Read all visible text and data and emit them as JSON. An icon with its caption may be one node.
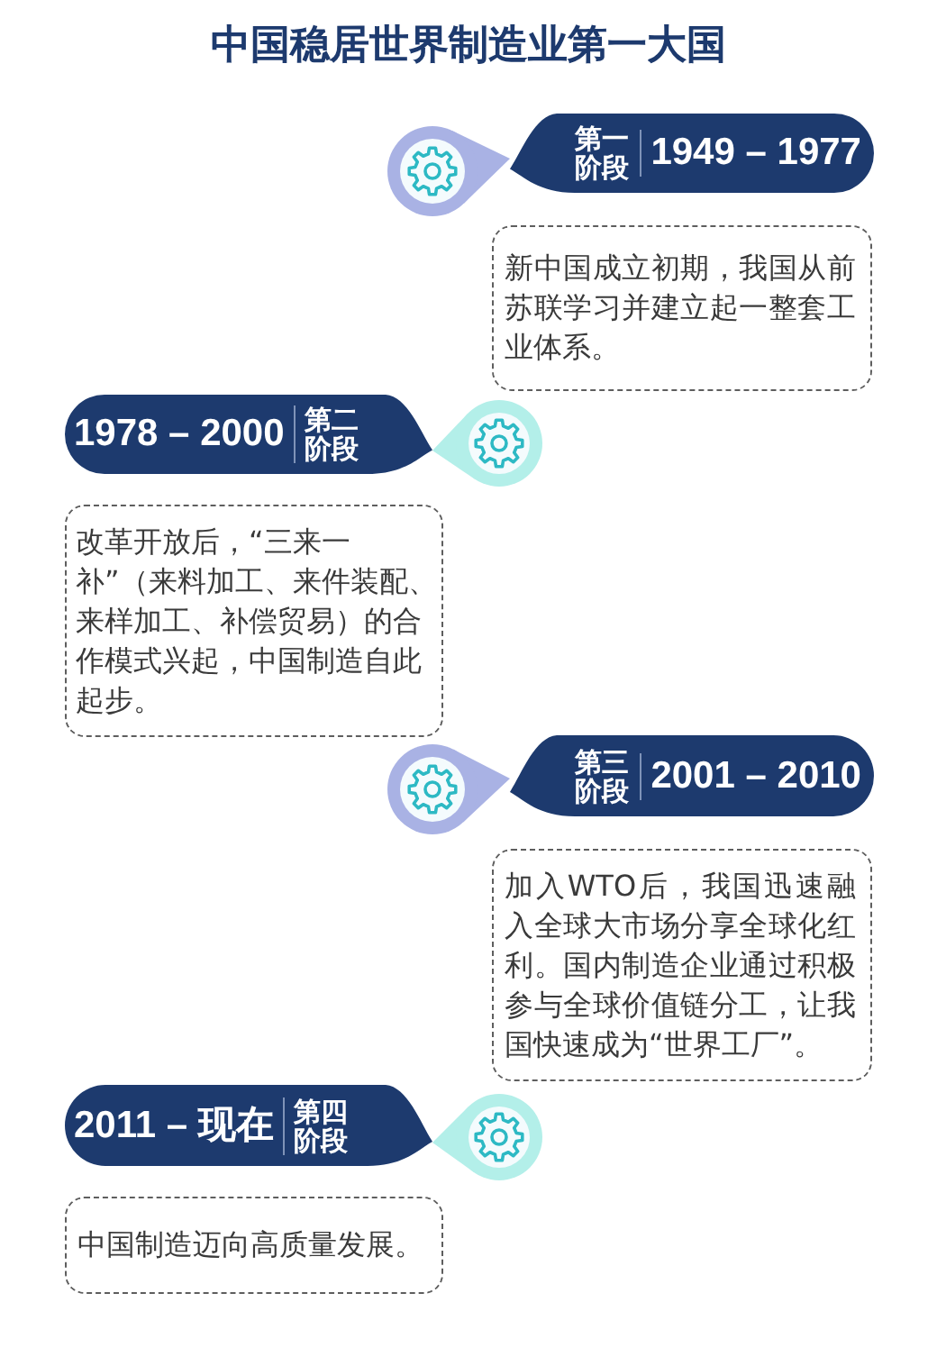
{
  "diagram": {
    "title": "中国稳居世界制造业第一大国",
    "nodes": [
      {
        "text": [
          "第一阶段",
          "1949 – 1977"
        ]
      },
      {
        "text": [
          "新中国成立初期，我国从前苏联学习并建立起一整套工业体系。"
        ]
      },
      {
        "text": [
          "1978 – 2000",
          "第二阶段"
        ]
      },
      {
        "text": [
          "改革开放后，“三来一补”（来料加工、来件装配、来样加工、补偿贸易）的合作模式兴起，中国制造自此起步。"
        ]
      },
      {
        "text": [
          "第三阶段",
          "2001 – 2010"
        ]
      },
      {
        "text": [
          "加入WTO后，我国迅速融入全球大市场分享全球化红利。国内制造企业通过积极参与全球价值链分工，让我国快速成为“世界工厂”。"
        ]
      },
      {
        "text": [
          "2011 – 现在",
          "第四阶段"
        ]
      },
      {
        "text": [
          "中国制造迈向高质量发展。"
        ]
      }
    ]
  }
}
